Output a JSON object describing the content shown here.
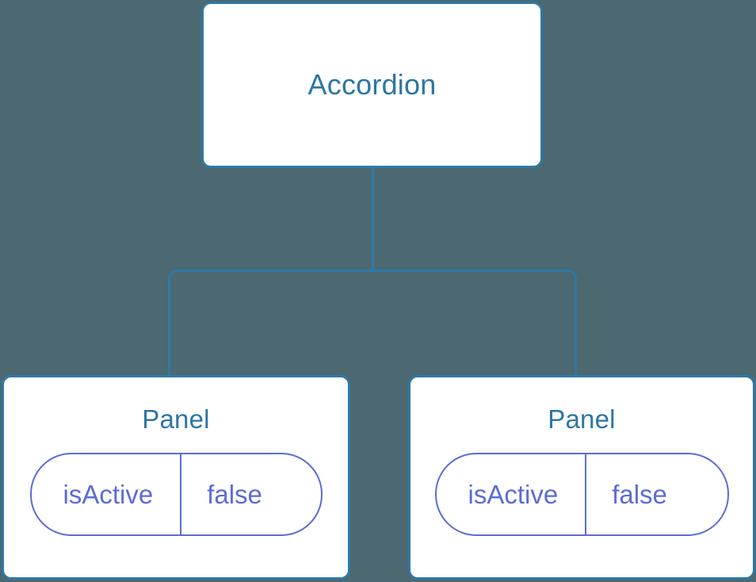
{
  "diagram": {
    "type": "component-tree",
    "background_color": "#4c6870",
    "node_border_color": "#2d78a8",
    "node_background_color": "#ffffff",
    "title_color": "#2d76a3",
    "prop_color": "#5d6cd4",
    "connector_color": "#2d78a8",
    "root": {
      "title": "Accordion"
    },
    "children": [
      {
        "title": "Panel",
        "props": [
          {
            "key": "isActive",
            "value": "false"
          }
        ]
      },
      {
        "title": "Panel",
        "props": [
          {
            "key": "isActive",
            "value": "false"
          }
        ]
      }
    ]
  }
}
